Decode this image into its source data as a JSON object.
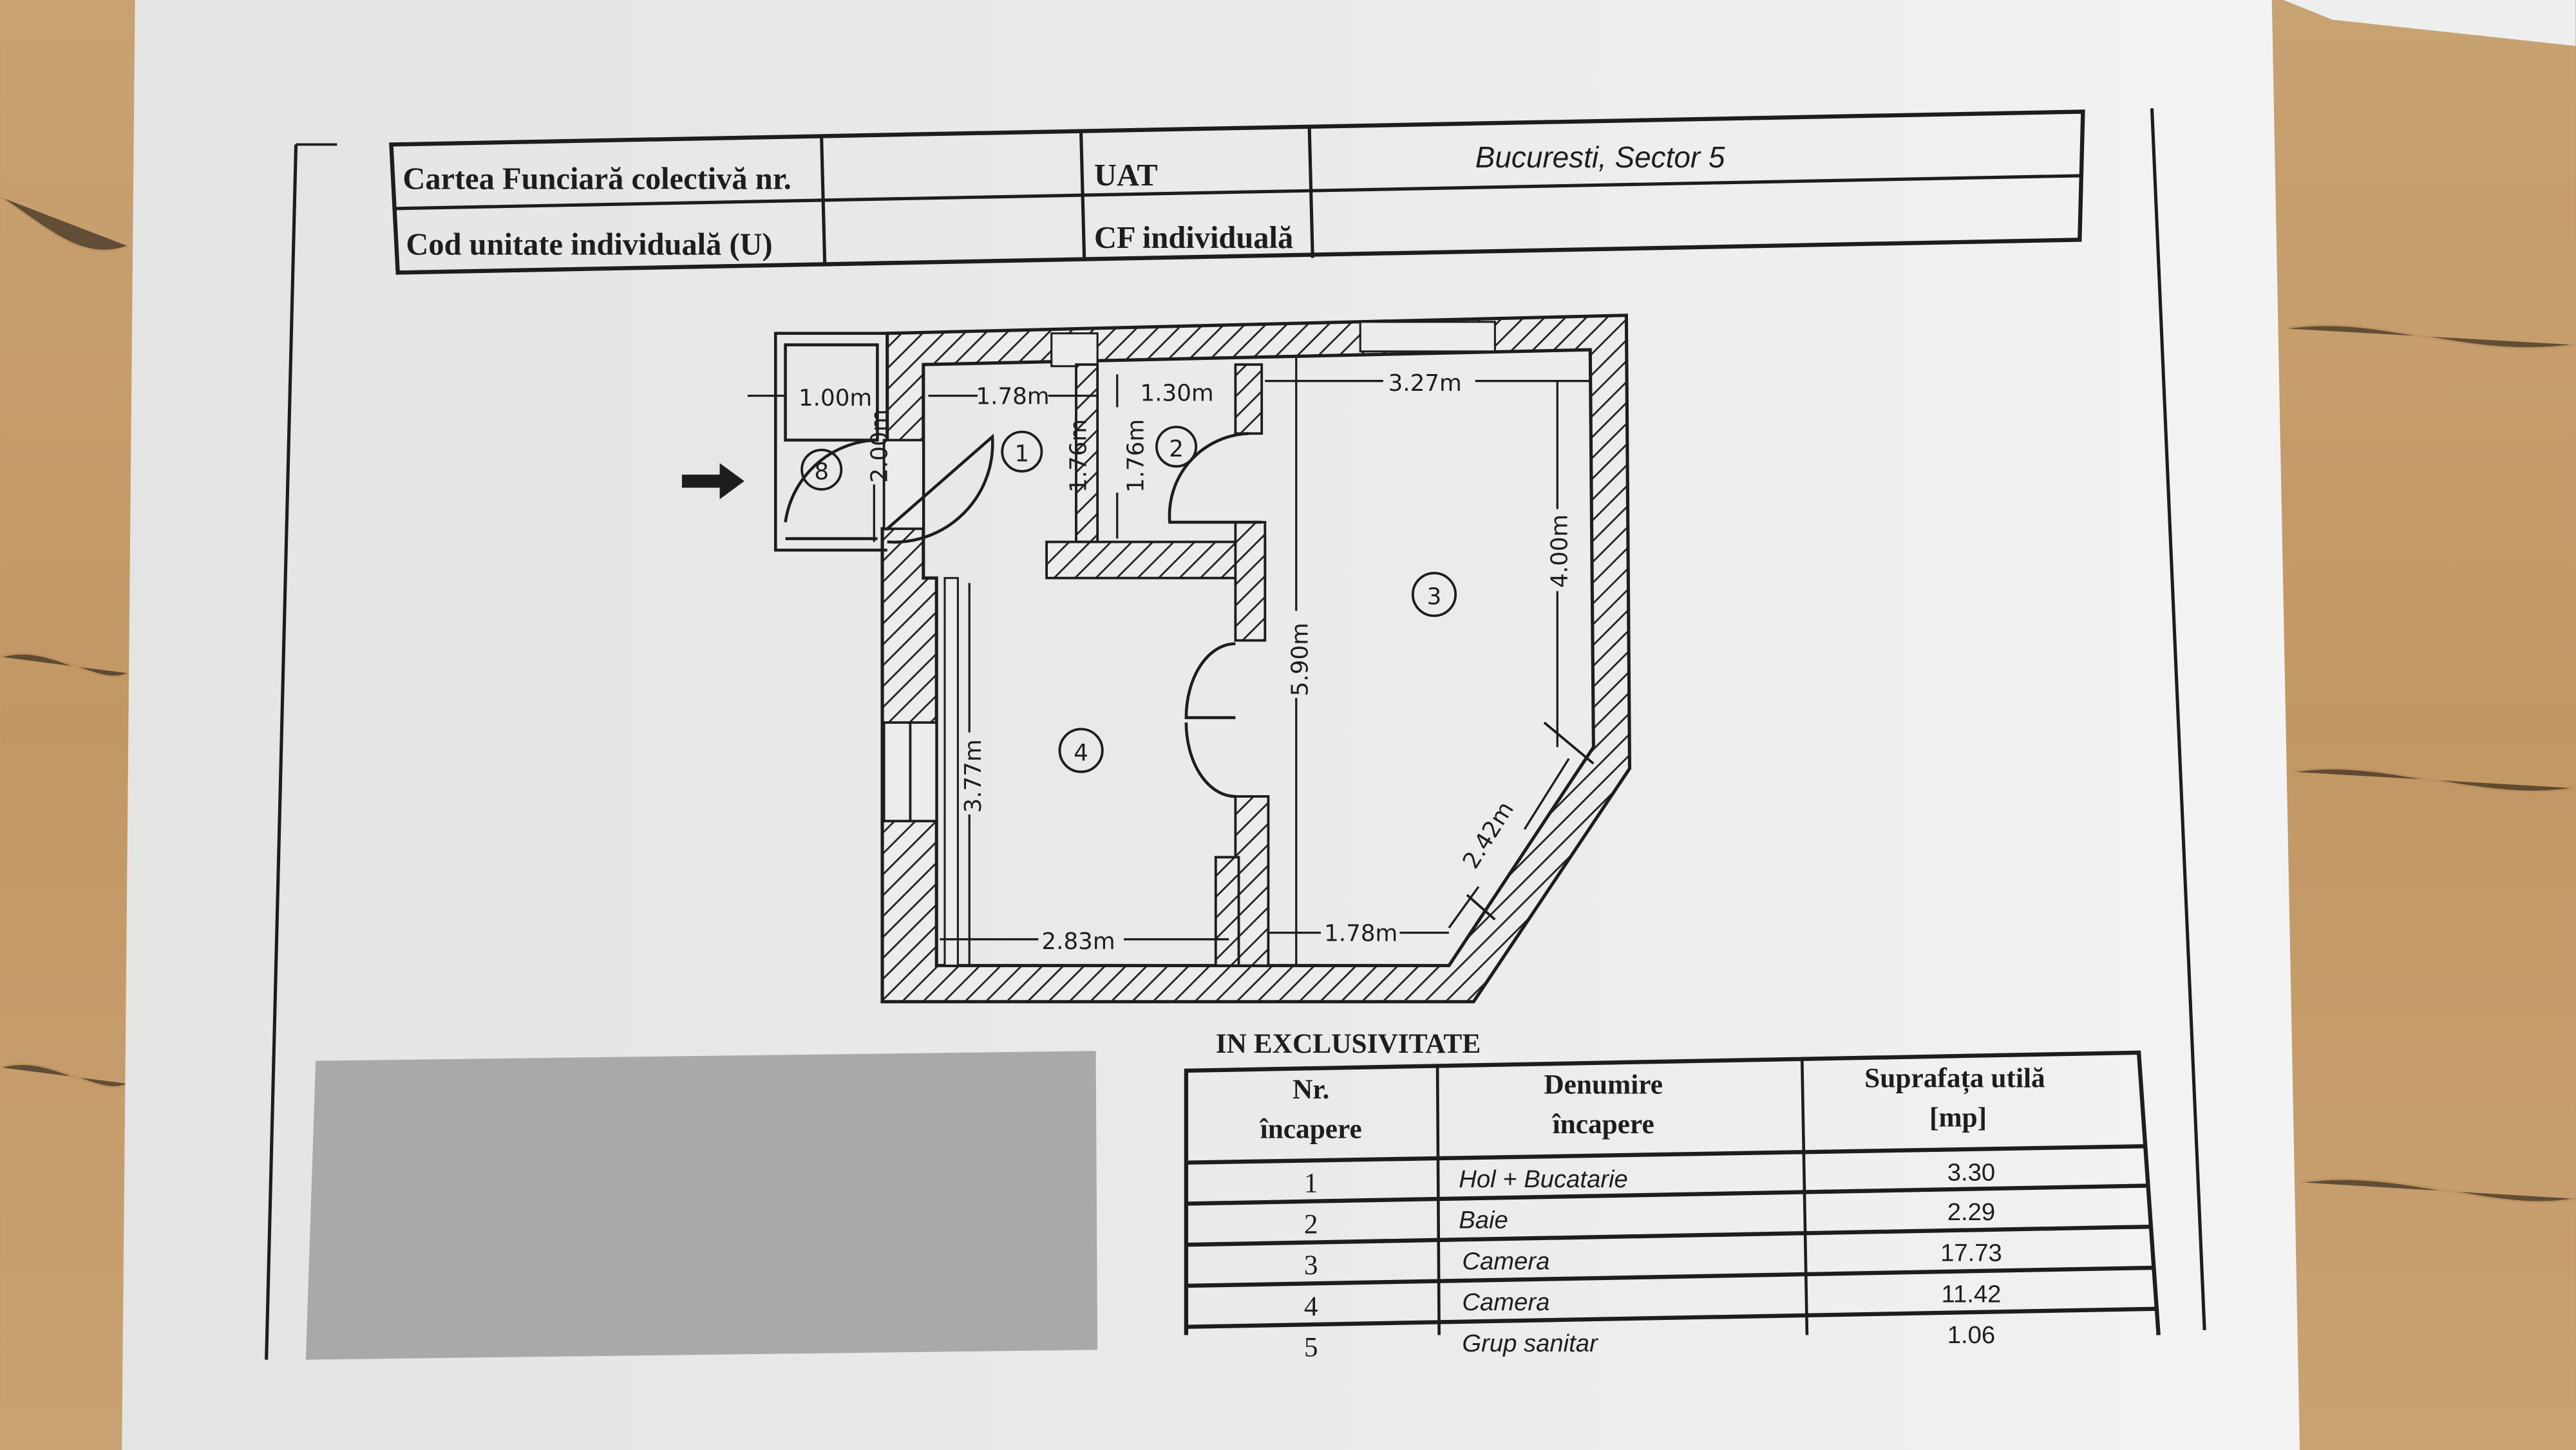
{
  "header_table": {
    "cf_collective_label": "Cartea Funciară colectivă nr.",
    "cf_collective_value": "",
    "uat_label": "UAT",
    "uat_value": "Bucuresti, Sector 5",
    "unit_code_label": "Cod unitate individuală (U)",
    "unit_code_value": "",
    "cf_individual_label": "CF individuală",
    "cf_individual_value": ""
  },
  "floor_plan": {
    "rooms": [
      "1",
      "2",
      "3",
      "4",
      "8"
    ],
    "dimensions": {
      "d_8_width": "1.00m",
      "d_8_height": "2.00m",
      "d_1_width": "1.78m",
      "d_1_height": "1.76m",
      "d_2_width": "1.30m",
      "d_2_height": "1.76m",
      "d_3_width": "3.27m",
      "d_3_right": "4.00m",
      "d_3_height": "5.90m",
      "d_3_diag": "2.42m",
      "d_3_bottom": "1.78m",
      "d_4_height": "3.77m",
      "d_4_width": "2.83m"
    }
  },
  "rooms_table": {
    "title": "IN EXCLUSIVITATE",
    "headers": {
      "nr_1": "Nr.",
      "nr_2": "încapere",
      "name_1": "Denumire",
      "name_2": "încapere",
      "area_1": "Suprafața utilă",
      "area_2": "[mp]"
    },
    "rows": [
      {
        "nr": "1",
        "name": "Hol + Bucatarie",
        "area": "3.30"
      },
      {
        "nr": "2",
        "name": "Baie",
        "area": "2.29"
      },
      {
        "nr": "3",
        "name": "Camera",
        "area": "17.73"
      },
      {
        "nr": "4",
        "name": "Camera",
        "area": "11.42"
      },
      {
        "nr": "5",
        "name": "Grup sanitar",
        "area": "1.06"
      }
    ]
  }
}
